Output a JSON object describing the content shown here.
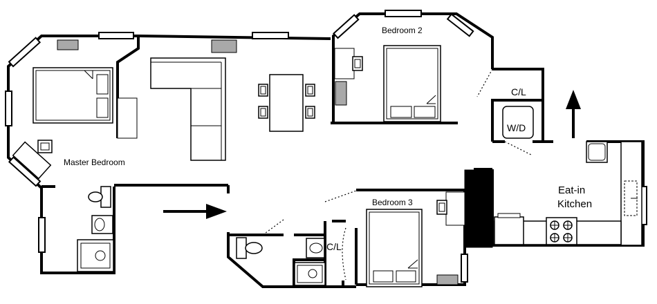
{
  "rooms": {
    "master_bedroom": "Master Bedroom",
    "bedroom_2": "Bedroom 2",
    "bedroom_3": "Bedroom 3",
    "closet_upper": "C/L",
    "closet_lower": "C/L",
    "washer_dryer": "W/D",
    "kitchen_line1": "Eat-in",
    "kitchen_line2": "Kitchen"
  },
  "colors": {
    "wall": "#000000",
    "window_fill": "#ffffff",
    "fixture_gray": "#a9a9a9",
    "chimney": "#000000"
  },
  "icons": {
    "entry_arrow": "arrow-right-icon",
    "north_arrow": "arrow-up-icon"
  }
}
